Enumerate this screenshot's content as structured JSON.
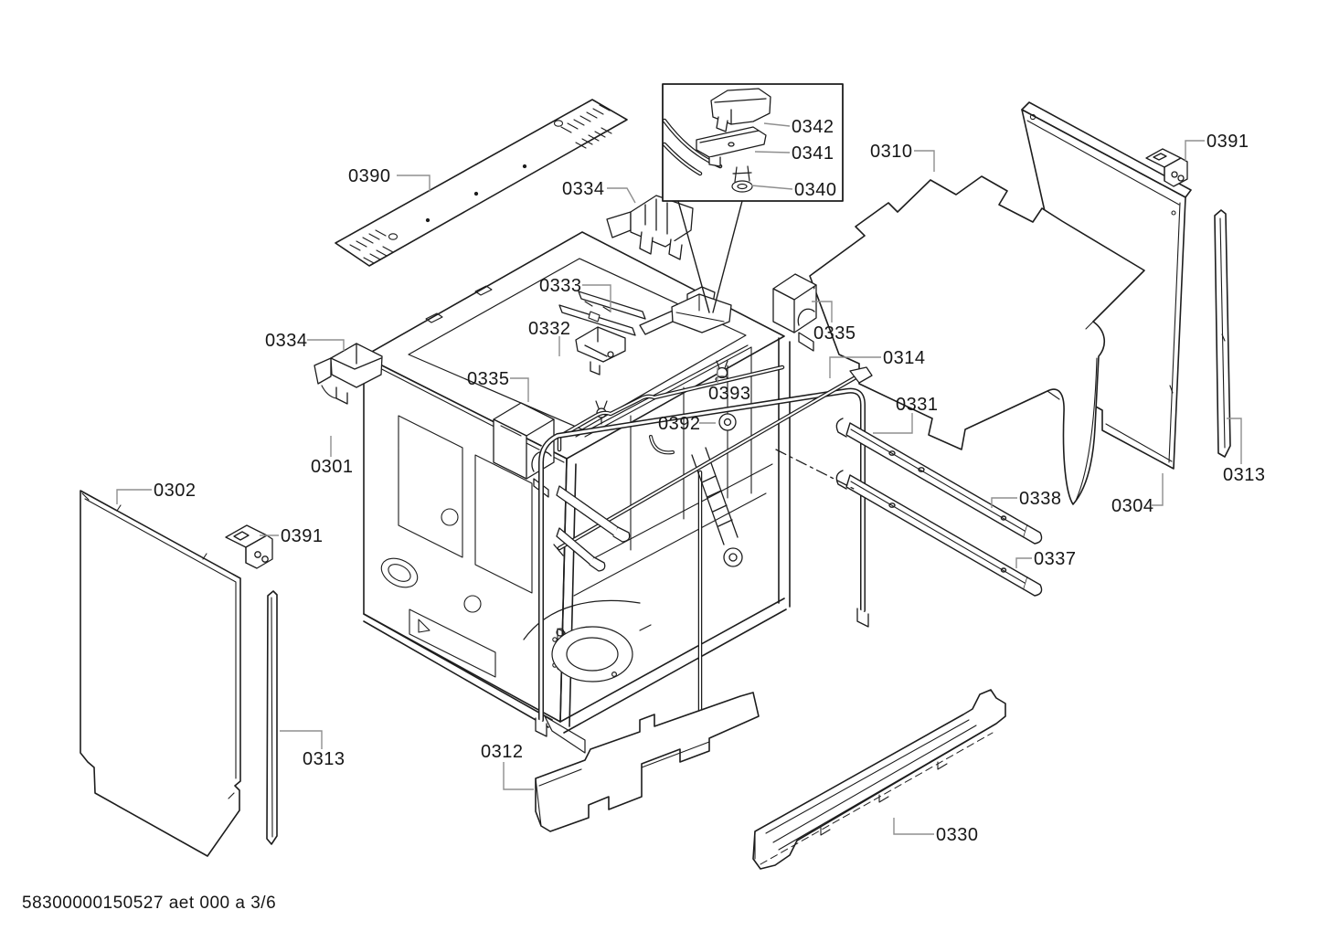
{
  "document": {
    "footer_code": "58300000150527 aet 000 a 3/6"
  },
  "colors": {
    "line": "#1d1d1d",
    "leader": "#8f8f8f",
    "text": "#161616",
    "background": "#ffffff"
  },
  "labels": [
    {
      "part": "0390"
    },
    {
      "part": "0334"
    },
    {
      "part": "0342"
    },
    {
      "part": "0341"
    },
    {
      "part": "0340"
    },
    {
      "part": "0310"
    },
    {
      "part": "0391"
    },
    {
      "part": "0333"
    },
    {
      "part": "0332"
    },
    {
      "part": "0334"
    },
    {
      "part": "0335"
    },
    {
      "part": "0335"
    },
    {
      "part": "0314"
    },
    {
      "part": "0393"
    },
    {
      "part": "0392"
    },
    {
      "part": "0331"
    },
    {
      "part": "0301"
    },
    {
      "part": "0302"
    },
    {
      "part": "0391"
    },
    {
      "part": "0338"
    },
    {
      "part": "0337"
    },
    {
      "part": "0304"
    },
    {
      "part": "0313"
    },
    {
      "part": "0313"
    },
    {
      "part": "0312"
    },
    {
      "part": "0330"
    }
  ]
}
